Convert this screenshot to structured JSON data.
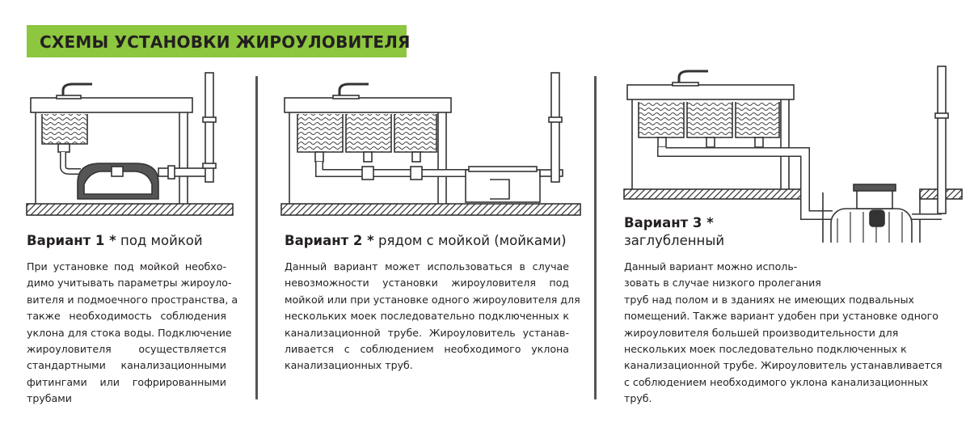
{
  "banner": {
    "title": "СХЕМЫ УСТАНОВКИ ЖИРОУЛОВИТЕЛЯ",
    "color": "#8dc63f"
  },
  "variants": [
    {
      "title_bold": "Вариант 1 *",
      "title_rest": " под мойкой",
      "lines": [
        "При установке под мойкой необхо-",
        "димо учитывать параметры жироуло-",
        "вителя и подмоечного пространства, а",
        "также необходимость соблюдения",
        "уклона для стока воды. Подключение",
        "жироуловителя осуществляется",
        "стандартными канализационными",
        "фитингами или гофрированными",
        "трубами"
      ]
    },
    {
      "title_bold": "Вариант 2 *",
      "title_rest": " рядом с мойкой (мойками)",
      "lines": [
        "Данный вариант может использоваться в случае",
        "невозможности установки жироуловителя под",
        "мойкой или при установке одного жироуловителя для",
        "нескольких моек последовательно подключенных к",
        "канализационной трубе. Жироуловитель устанав-",
        "ливается с соблюдением необходимого уклона",
        "канализационных труб."
      ]
    },
    {
      "title_bold": "Вариант 3 *",
      "title_line2": "заглубленный",
      "lines": [
        "Данный вариант можно исполь-",
        "зовать в случае низкого пролегания",
        "труб над полом и в зданиях не имеющих подвальных",
        "помещений. Также вариант удобен при установке одного",
        "жироуловителя большей производительности для",
        "нескольких моек последовательно подключенных к",
        "канализационной трубе. Жироуловитель устанавливается",
        "с соблюдением необходимого уклона канализационных",
        "труб."
      ]
    }
  ]
}
